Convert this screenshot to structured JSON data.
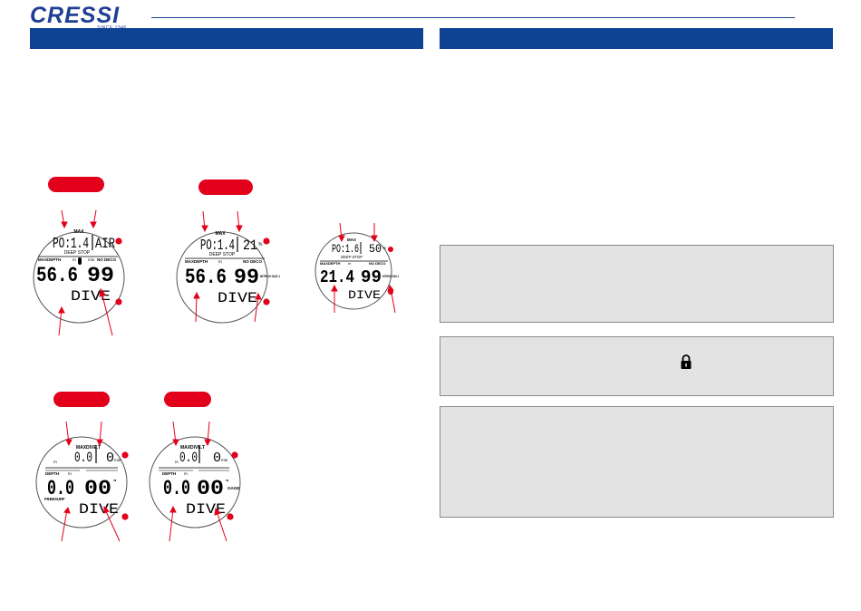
{
  "brand": {
    "name": "CRESSI",
    "since": "SINCE 1946"
  },
  "colors": {
    "brand_blue": "#1e3f93",
    "header_bar": "#0d4392",
    "accent_red": "#e2001a",
    "panel_grey": "#e3e3e3"
  },
  "watches": {
    "w1": {
      "top_label": "MAX",
      "top_left": "PO:1.4",
      "top_right": "AIR",
      "mid_label": "DEEP STOP",
      "left_label": "MAXDEPTH",
      "left_unit": "m",
      "time_unit": "min",
      "right_label": "NO DECO",
      "depth": "56.6",
      "time": "99",
      "mode": "DIVE",
      "side_label": ""
    },
    "w2": {
      "top_label": "MAX",
      "top_left": "PO:1.4",
      "top_right": "21",
      "mid_label": "DEEP STOP",
      "left_label": "MAXDEPTH",
      "left_unit": "m",
      "time_unit": "",
      "right_label": "NO DECO",
      "depth": "56.6",
      "time": "99",
      "mode": "DIVE",
      "side_label": "NITROX GAS 1"
    },
    "w3": {
      "top_label": "MAX",
      "top_left": "PO:1.6",
      "top_right": "50",
      "mid_label": "DEEP STOP",
      "left_label": "MAXDEPTH",
      "left_unit": "m",
      "time_unit": "",
      "right_label": "NO DECO",
      "depth": "21.4",
      "time": "99",
      "mode": "DIVE",
      "side_label": "NITROX GAS 2"
    },
    "w4": {
      "top_label": "MAX",
      "top_left": "0.0",
      "top_mid": "DIVE.T",
      "top_right": "0",
      "left_label": "DEPTH",
      "left_unit": "m",
      "time_unit": "min",
      "depth": "0.0",
      "time": "00",
      "mode": "DIVE",
      "side_label": "FREESURF"
    },
    "w5": {
      "top_label": "MAX",
      "top_left": "0.0",
      "top_mid": "DIVE.T",
      "top_right": "0",
      "left_label": "DEPTH",
      "left_unit": "m",
      "time_unit": "min",
      "depth": "0.0",
      "time": "00",
      "mode": "DIVE",
      "side_label": "GAGE"
    }
  },
  "icons": {
    "up_arrow": "up-triangle-icon",
    "down_arrow": "down-triangle-icon",
    "lock": "lock-icon"
  }
}
